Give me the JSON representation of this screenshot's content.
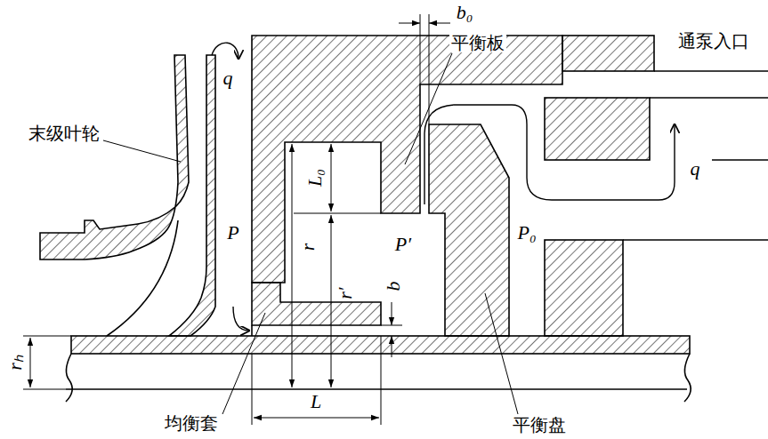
{
  "diagram": {
    "labels": [
      "末级叶轮",
      "q",
      "平衡板",
      "b₀",
      "通泵入口",
      "q",
      "P",
      "L₀",
      "r",
      "P′",
      "P₀",
      "r′",
      "b",
      "rₕ",
      "均衡套",
      "L",
      "平衡盘"
    ]
  }
}
